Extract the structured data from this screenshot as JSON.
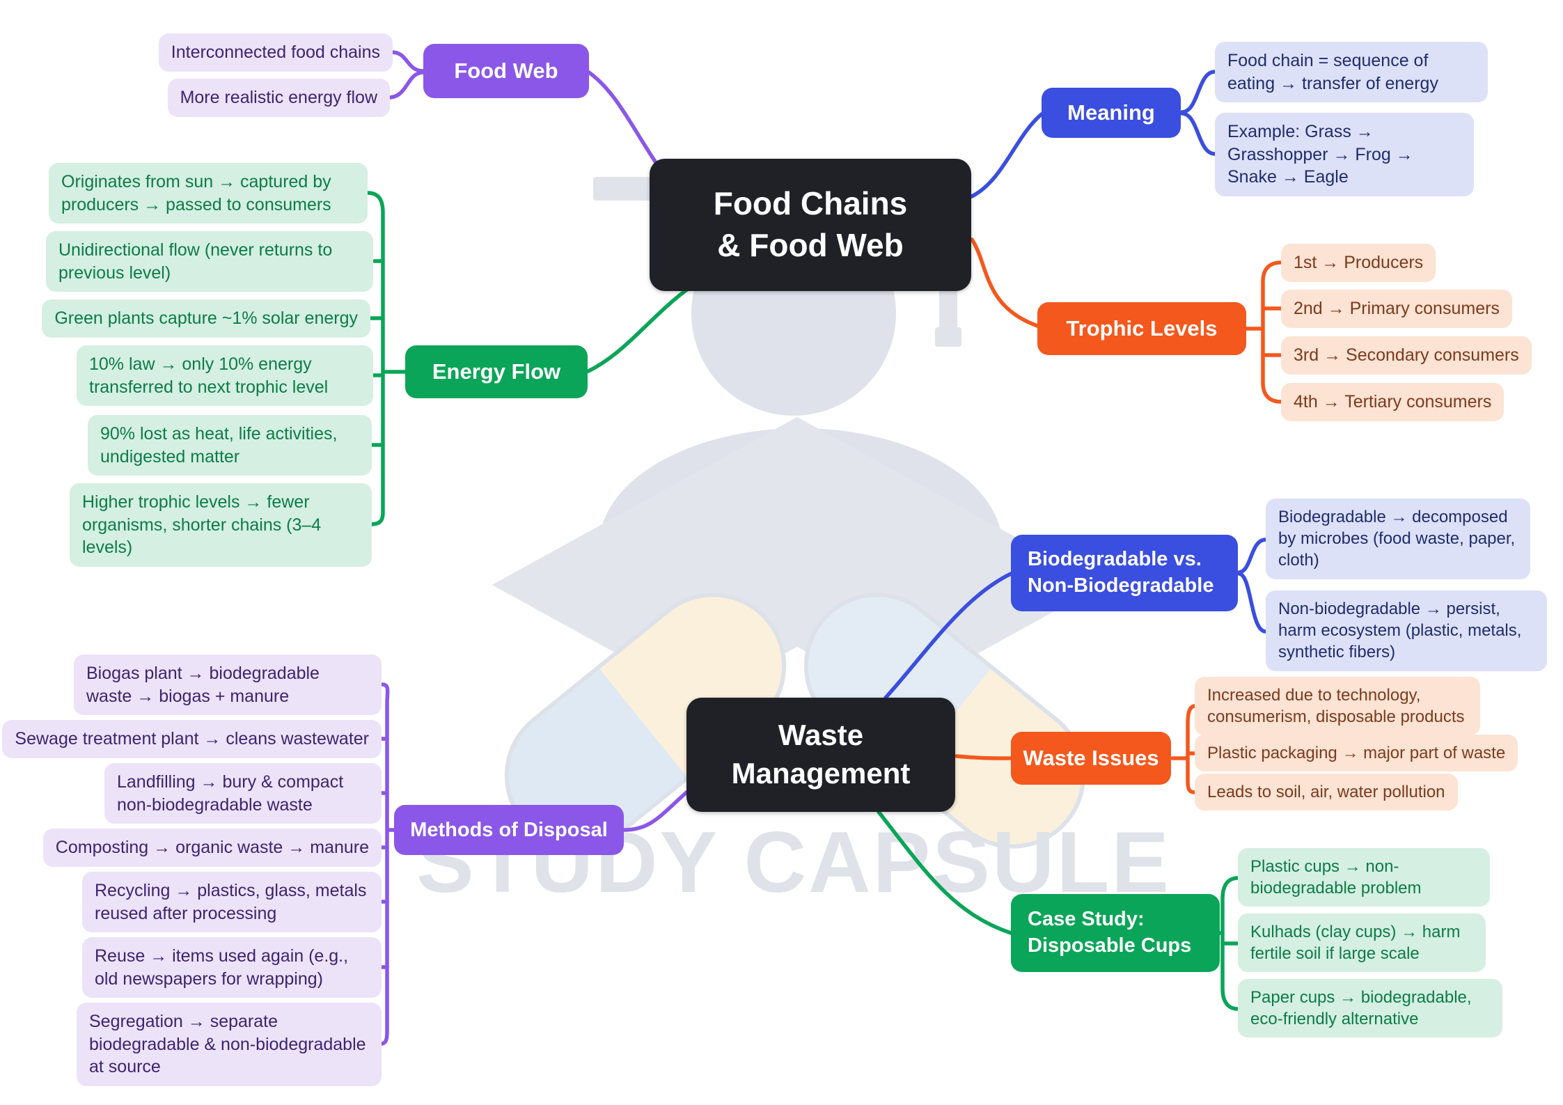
{
  "watermark": {
    "text": "STUDY CAPSULE"
  },
  "colors": {
    "purple": "#8a57e8",
    "blue": "#3a4ee0",
    "orange": "#f4581d",
    "green": "#0aa558",
    "root_dark": "#1f2126",
    "leaf_purple_bg": "#ece3f9",
    "leaf_lavender_bg": "#dde1f8",
    "leaf_peach_bg": "#fce3d3",
    "leaf_green_bg": "#d5efe2"
  },
  "food_chains": {
    "root": "Food Chains\n& Food Web",
    "food_web": {
      "label": "Food Web",
      "items": [
        "Interconnected food chains",
        "More realistic energy flow"
      ]
    },
    "meaning": {
      "label": "Meaning",
      "items": [
        "Food chain = sequence of eating → transfer of energy",
        "Example: Grass → Grasshopper → Frog → Snake → Eagle"
      ]
    },
    "trophic_levels": {
      "label": "Trophic Levels",
      "items": [
        "1st → Producers",
        "2nd → Primary consumers",
        "3rd → Secondary consumers",
        "4th → Tertiary consumers"
      ]
    },
    "energy_flow": {
      "label": "Energy Flow",
      "items": [
        "Originates from sun → captured by producers → passed to consumers",
        "Unidirectional flow (never returns to previous level)",
        "Green plants capture ~1% solar energy",
        "10% law → only 10% energy transferred to next trophic level",
        "90% lost as heat, life activities, undigested matter",
        "Higher trophic levels → fewer organisms, shorter chains (3–4 levels)"
      ]
    }
  },
  "waste_management": {
    "root": "Waste\nManagement",
    "biodegradable": {
      "label": "Biodegradable vs. Non-Biodegradable",
      "items": [
        "Biodegradable → decomposed by microbes (food waste, paper, cloth)",
        "Non-biodegradable → persist, harm ecosystem (plastic, metals, synthetic fibers)"
      ]
    },
    "waste_issues": {
      "label": "Waste Issues",
      "items": [
        "Increased due to technology, consumerism, disposable products",
        "Plastic packaging → major part of waste",
        "Leads to soil, air, water pollution"
      ]
    },
    "case_study": {
      "label": "Case Study: Disposable Cups",
      "items": [
        "Plastic cups → non-biodegradable problem",
        "Kulhads (clay cups) → harm fertile soil if large scale",
        "Paper cups → biodegradable, eco-friendly alternative"
      ]
    },
    "methods": {
      "label": "Methods of Disposal",
      "items": [
        "Biogas plant → biodegradable waste → biogas + manure",
        "Sewage treatment plant → cleans wastewater",
        "Landfilling → bury & compact non-biodegradable waste",
        "Composting → organic waste → manure",
        "Recycling → plastics, glass, metals reused after processing",
        "Reuse → items used again (e.g., old newspapers for wrapping)",
        "Segregation → separate biodegradable & non-biodegradable at source"
      ]
    }
  }
}
